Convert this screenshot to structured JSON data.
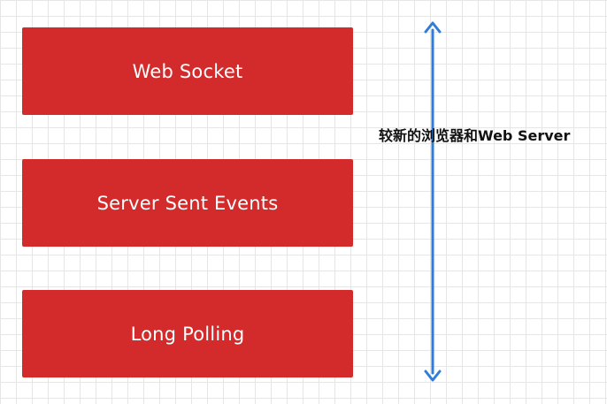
{
  "blocks": [
    {
      "label": "Web Socket"
    },
    {
      "label": "Server Sent Events"
    },
    {
      "label": "Long Polling"
    }
  ],
  "side_label": "较新的浏览器和Web Server",
  "colors": {
    "block_fill": "#d32b2b",
    "block_text": "#ffffff",
    "arrow": "#2f7dd8",
    "grid_line": "#e6e6e6",
    "background": "#ffffff"
  },
  "icons": {
    "arrow": "double-headed-vertical-arrow-icon"
  }
}
